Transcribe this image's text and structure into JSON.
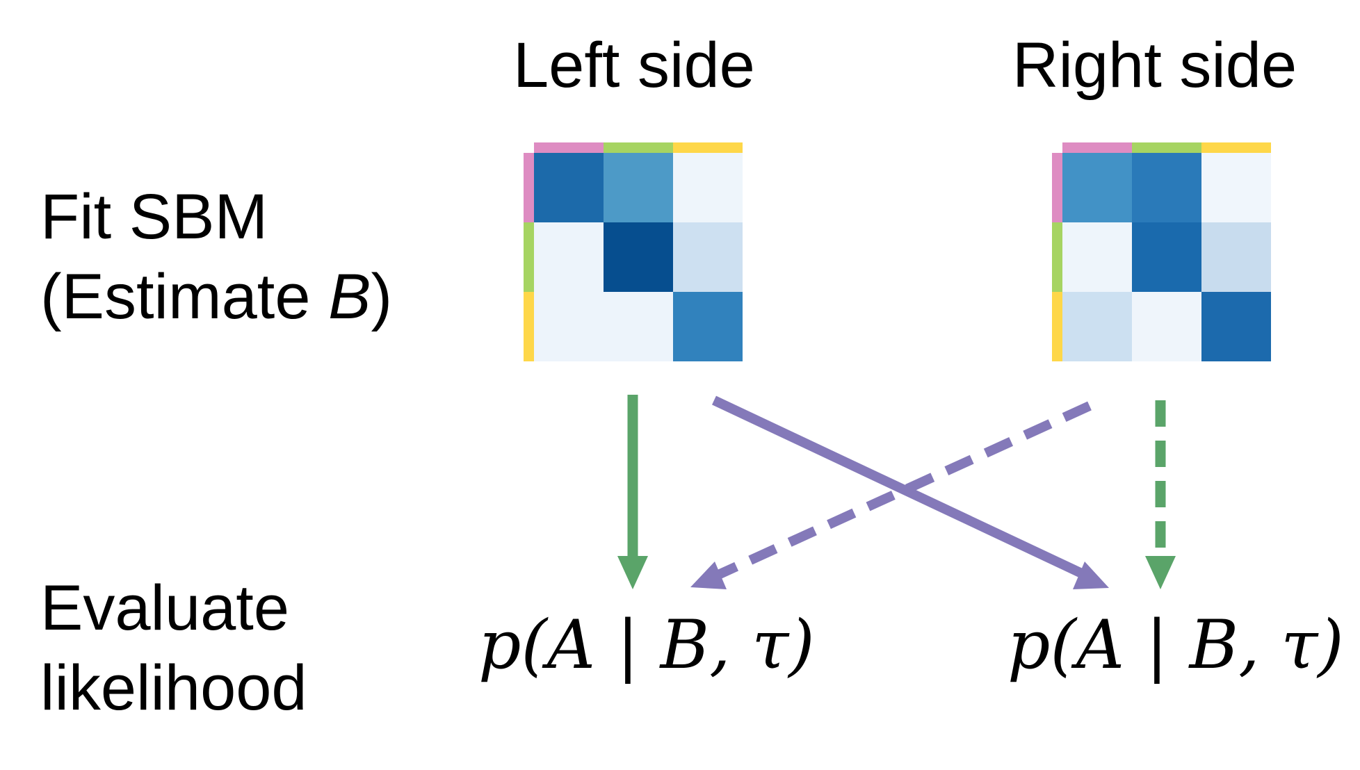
{
  "columns": {
    "left": "Left side",
    "right": "Right side"
  },
  "rows": {
    "fit_line1": "Fit SBM",
    "fit_line2_prefix": "(Estimate ",
    "fit_line2_var": "B",
    "fit_line2_suffix": ")",
    "eval_line1": "Evaluate",
    "eval_line2": "likelihood"
  },
  "formula": "p(A | B, τ)",
  "group_colors": [
    "#de8cc2",
    "#a6d462",
    "#fed749"
  ],
  "arrow_colors": {
    "same_side": "#5aa469",
    "cross_side": "#8479b9"
  },
  "heatmaps": {
    "left": [
      [
        "#1c6aaa",
        "#4d9ac7",
        "#eef5fb"
      ],
      [
        "#edf4fb",
        "#064e8f",
        "#cde0f1"
      ],
      [
        "#edf4fb",
        "#edf4fb",
        "#3182bd"
      ]
    ],
    "right": [
      [
        "#4292c6",
        "#2a7ab9",
        "#f0f6fc"
      ],
      [
        "#eef5fb",
        "#1a6aad",
        "#c8dcee"
      ],
      [
        "#cce0f1",
        "#eff5fb",
        "#1c6aad"
      ]
    ]
  }
}
